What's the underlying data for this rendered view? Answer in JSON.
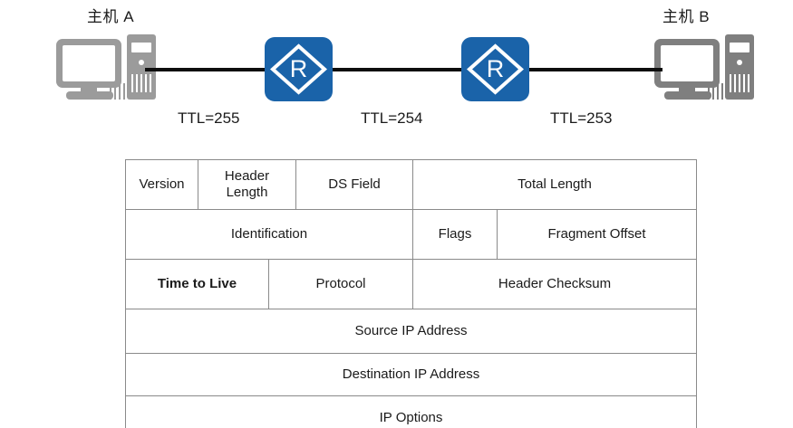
{
  "topology": {
    "hosts": [
      {
        "id": "host-a",
        "label": "主机 A",
        "icon": "computer-icon",
        "color": "#9b9b9b"
      },
      {
        "id": "host-b",
        "label": "主机 B",
        "icon": "computer-icon",
        "color": "#7f7f7f"
      }
    ],
    "routers": [
      {
        "id": "router-1",
        "glyph": "R",
        "icon": "router-icon",
        "color": "#1a63a9"
      },
      {
        "id": "router-2",
        "glyph": "R",
        "icon": "router-icon",
        "color": "#1a63a9"
      }
    ],
    "links": [
      {
        "id": "link-1",
        "color": "#0d0d0d"
      },
      {
        "id": "link-2",
        "color": "#0d0d0d"
      },
      {
        "id": "link-3",
        "color": "#0d0d0d"
      }
    ],
    "ttl_labels": [
      {
        "id": "ttl-1",
        "text": "TTL=255",
        "value": 255
      },
      {
        "id": "ttl-2",
        "text": "TTL=254",
        "value": 254
      },
      {
        "id": "ttl-3",
        "text": "TTL=253",
        "value": 253
      }
    ]
  },
  "ip_header": {
    "highlight_color": "#ece9de",
    "highlight_text_color": "#f41010",
    "rows": [
      {
        "cells": [
          {
            "label": "Version"
          },
          {
            "label": "Header\nLength"
          },
          {
            "label": "DS Field"
          },
          {
            "label": "Total Length"
          }
        ]
      },
      {
        "cells": [
          {
            "label": "Identification"
          },
          {
            "label": "Flags"
          },
          {
            "label": "Fragment Offset"
          }
        ]
      },
      {
        "cells": [
          {
            "label": "Time to Live",
            "highlighted": true
          },
          {
            "label": "Protocol"
          },
          {
            "label": "Header Checksum"
          }
        ]
      },
      {
        "cells": [
          {
            "label": "Source IP Address"
          }
        ]
      },
      {
        "cells": [
          {
            "label": "Destination IP Address"
          }
        ]
      },
      {
        "cells": [
          {
            "label": "IP  Options"
          }
        ]
      }
    ]
  }
}
